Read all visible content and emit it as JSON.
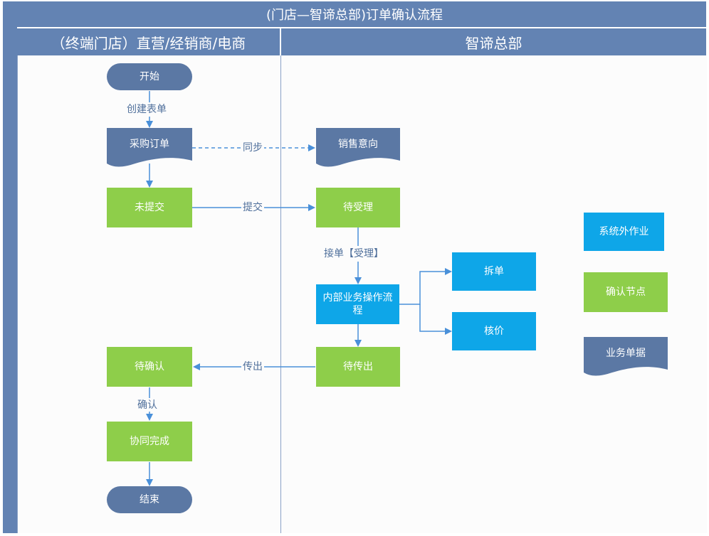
{
  "title": "(门店—智谛总部)订单确认流程",
  "lanes": {
    "left": "（终端门店）直营/经销商/电商",
    "right": "智谛总部"
  },
  "nodes": {
    "start": "开始",
    "purchase_order": "采购订单",
    "not_submitted": "未提交",
    "pending_confirm": "待确认",
    "completed": "协同完成",
    "end": "结束",
    "sales_intent": "销售意向",
    "pending_accept": "待受理",
    "internal_process": "内部业务操作流程",
    "split_order": "拆单",
    "pricing": "核价",
    "pending_export": "待传出"
  },
  "edge_labels": {
    "create_form": "创建表单",
    "sync": "同步",
    "submit": "提交",
    "accept_order": "接单【受理】",
    "export": "传出",
    "confirm": "确认"
  },
  "legend": {
    "external": "系统外作业",
    "confirm_node": "确认节点",
    "business_doc": "业务单据"
  },
  "colors": {
    "header": "#6383b3",
    "terminal": "#5b78a4",
    "document": "#5b78a4",
    "confirm_node": "#8ece4a",
    "external": "#0ea6e8",
    "arrow": "#4a90d9"
  }
}
